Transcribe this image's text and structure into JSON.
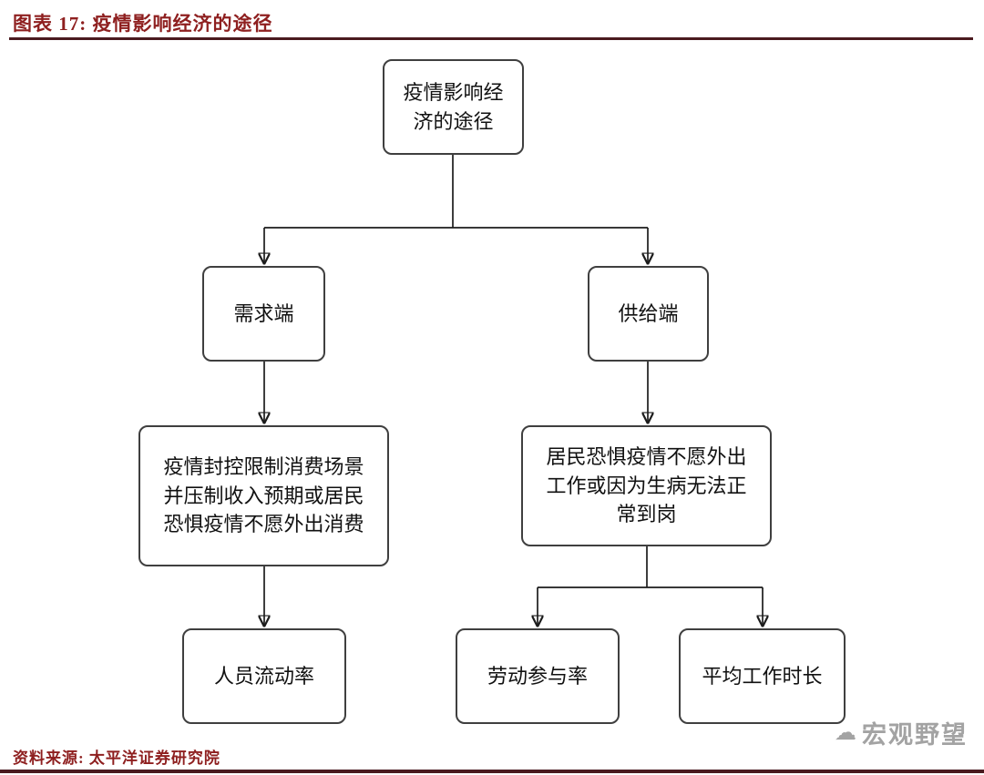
{
  "header": {
    "title": "图表 17:  疫情影响经济的途径"
  },
  "diagram": {
    "nodes": {
      "root": "疫情影响经\n济的途径",
      "demand": "需求端",
      "supply": "供给端",
      "demand_detail": "疫情封控限制消费场景\n并压制收入预期或居民\n恐惧疫情不愿外出消费",
      "supply_detail": "居民恐惧疫情不愿外出\n工作或因为生病无法正\n常到岗",
      "mobility": "人员流动率",
      "participation": "劳动参与率",
      "hours": "平均工作时长"
    },
    "edges": [
      {
        "from": "root",
        "to": "demand"
      },
      {
        "from": "root",
        "to": "supply"
      },
      {
        "from": "demand",
        "to": "demand_detail"
      },
      {
        "from": "demand_detail",
        "to": "mobility"
      },
      {
        "from": "supply",
        "to": "supply_detail"
      },
      {
        "from": "supply_detail",
        "to": "participation"
      },
      {
        "from": "supply_detail",
        "to": "hours"
      }
    ]
  },
  "footer": {
    "source": "资料来源:  太平洋证券研究院",
    "watermark": "宏观野望"
  },
  "colors": {
    "accent_dark_red": "#8e1f1f",
    "divider_dark": "#4a1a1f",
    "node_border": "#3f3f3f",
    "edge_line": "#1c1c1c",
    "watermark_gray": "#a3a3a3"
  }
}
